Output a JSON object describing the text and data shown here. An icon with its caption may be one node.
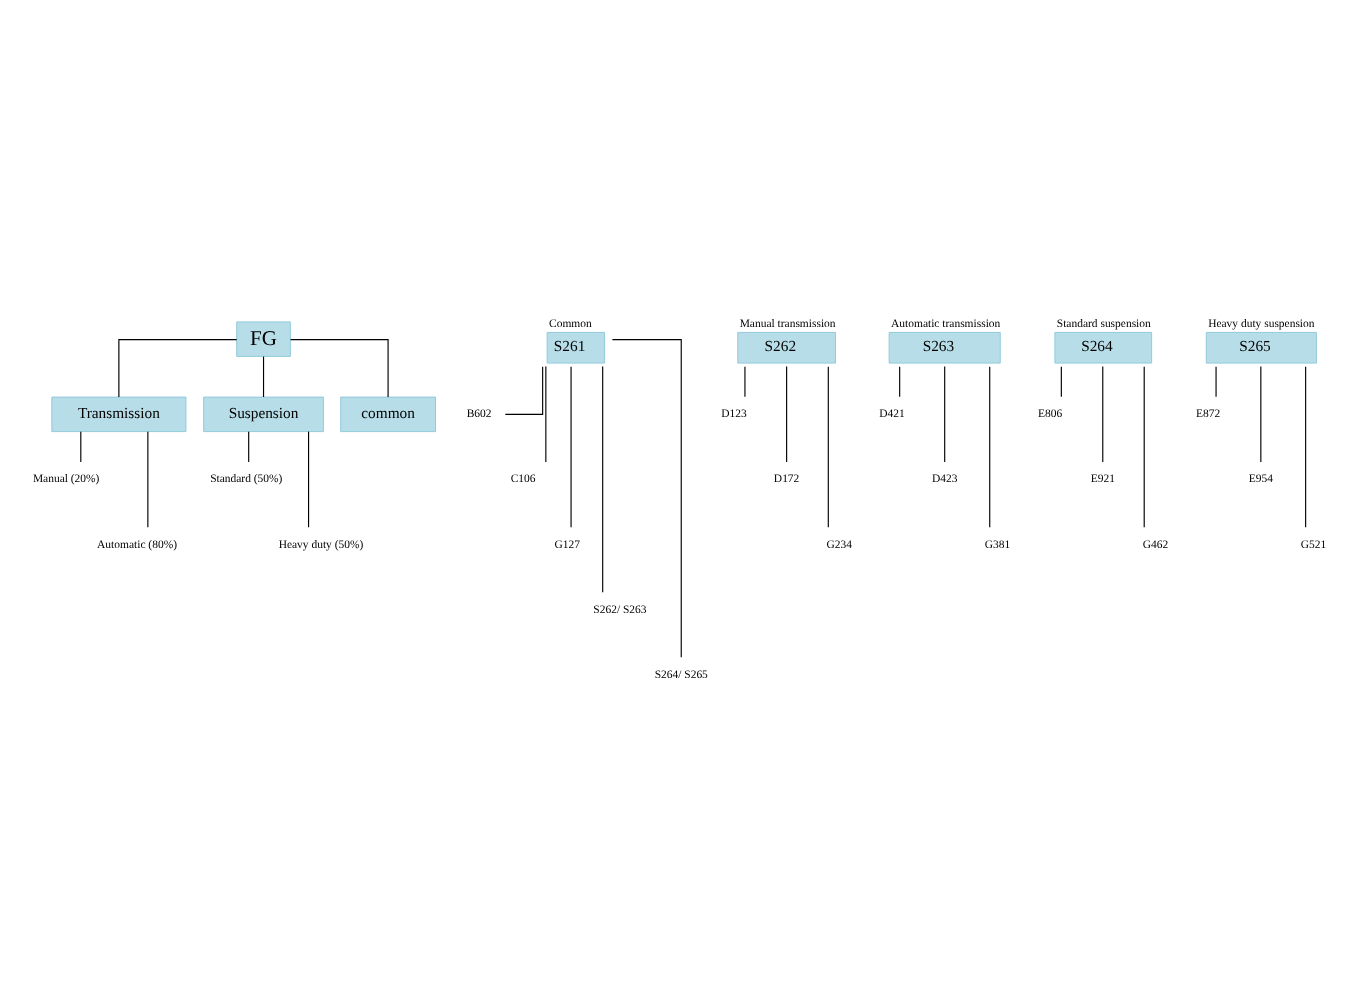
{
  "diagram": {
    "nodes": [
      {
        "text": [
          "FG"
        ]
      },
      {
        "text": [
          "Transmission"
        ]
      },
      {
        "text": [
          "Suspension"
        ]
      },
      {
        "text": [
          "common"
        ]
      },
      {
        "text": [
          "Manual (20%)"
        ]
      },
      {
        "text": [
          "Automatic (80%)"
        ]
      },
      {
        "text": [
          "Standard (50%)"
        ]
      },
      {
        "text": [
          "Heavy duty (50%)"
        ]
      },
      {
        "text": [
          "S261"
        ],
        "beside": [
          "Common"
        ]
      },
      {
        "text": [
          "B602"
        ]
      },
      {
        "text": [
          "C106"
        ]
      },
      {
        "text": [
          "G127"
        ]
      },
      {
        "text": [
          "S262/ S263"
        ]
      },
      {
        "text": [
          "S264/ S265"
        ]
      },
      {
        "text": [
          "S262"
        ],
        "beside": [
          "Manual transmission"
        ]
      },
      {
        "text": [
          "D123"
        ]
      },
      {
        "text": [
          "D172"
        ]
      },
      {
        "text": [
          "G234"
        ]
      },
      {
        "text": [
          "S263"
        ],
        "beside": [
          "Automatic transmission"
        ]
      },
      {
        "text": [
          "D421"
        ]
      },
      {
        "text": [
          "D423"
        ]
      },
      {
        "text": [
          "G381"
        ]
      },
      {
        "text": [
          "S264"
        ],
        "beside": [
          "Standard suspension"
        ]
      },
      {
        "text": [
          "E806"
        ]
      },
      {
        "text": [
          "E921"
        ]
      },
      {
        "text": [
          "G462"
        ]
      },
      {
        "text": [
          "S265"
        ],
        "beside": [
          "Heavy duty suspension"
        ]
      },
      {
        "text": [
          "E872"
        ]
      },
      {
        "text": [
          "E954"
        ]
      },
      {
        "text": [
          "G521"
        ]
      }
    ],
    "edges": [
      {
        "from": 0,
        "to": 1,
        "arrow": "none"
      },
      {
        "from": 0,
        "to": 2,
        "arrow": "none"
      },
      {
        "from": 0,
        "to": 3,
        "arrow": "none"
      },
      {
        "from": 1,
        "to": 4,
        "arrow": "none"
      },
      {
        "from": 1,
        "to": 5,
        "arrow": "none"
      },
      {
        "from": 2,
        "to": 6,
        "arrow": "none"
      },
      {
        "from": 2,
        "to": 7,
        "arrow": "none"
      },
      {
        "from": 8,
        "to": 9,
        "arrow": "none"
      },
      {
        "from": 8,
        "to": 10,
        "arrow": "none"
      },
      {
        "from": 8,
        "to": 11,
        "arrow": "none"
      },
      {
        "from": 8,
        "to": 12,
        "arrow": "none"
      },
      {
        "from": 8,
        "to": 13,
        "arrow": "none"
      },
      {
        "from": 14,
        "to": 15,
        "arrow": "none"
      },
      {
        "from": 14,
        "to": 16,
        "arrow": "none"
      },
      {
        "from": 14,
        "to": 17,
        "arrow": "none"
      },
      {
        "from": 18,
        "to": 19,
        "arrow": "none"
      },
      {
        "from": 18,
        "to": 20,
        "arrow": "none"
      },
      {
        "from": 18,
        "to": 21,
        "arrow": "none"
      },
      {
        "from": 22,
        "to": 23,
        "arrow": "none"
      },
      {
        "from": 22,
        "to": 24,
        "arrow": "none"
      },
      {
        "from": 22,
        "to": 25,
        "arrow": "none"
      },
      {
        "from": 26,
        "to": 27,
        "arrow": "none"
      },
      {
        "from": 26,
        "to": 28,
        "arrow": "none"
      },
      {
        "from": 26,
        "to": 29,
        "arrow": "none"
      }
    ]
  }
}
